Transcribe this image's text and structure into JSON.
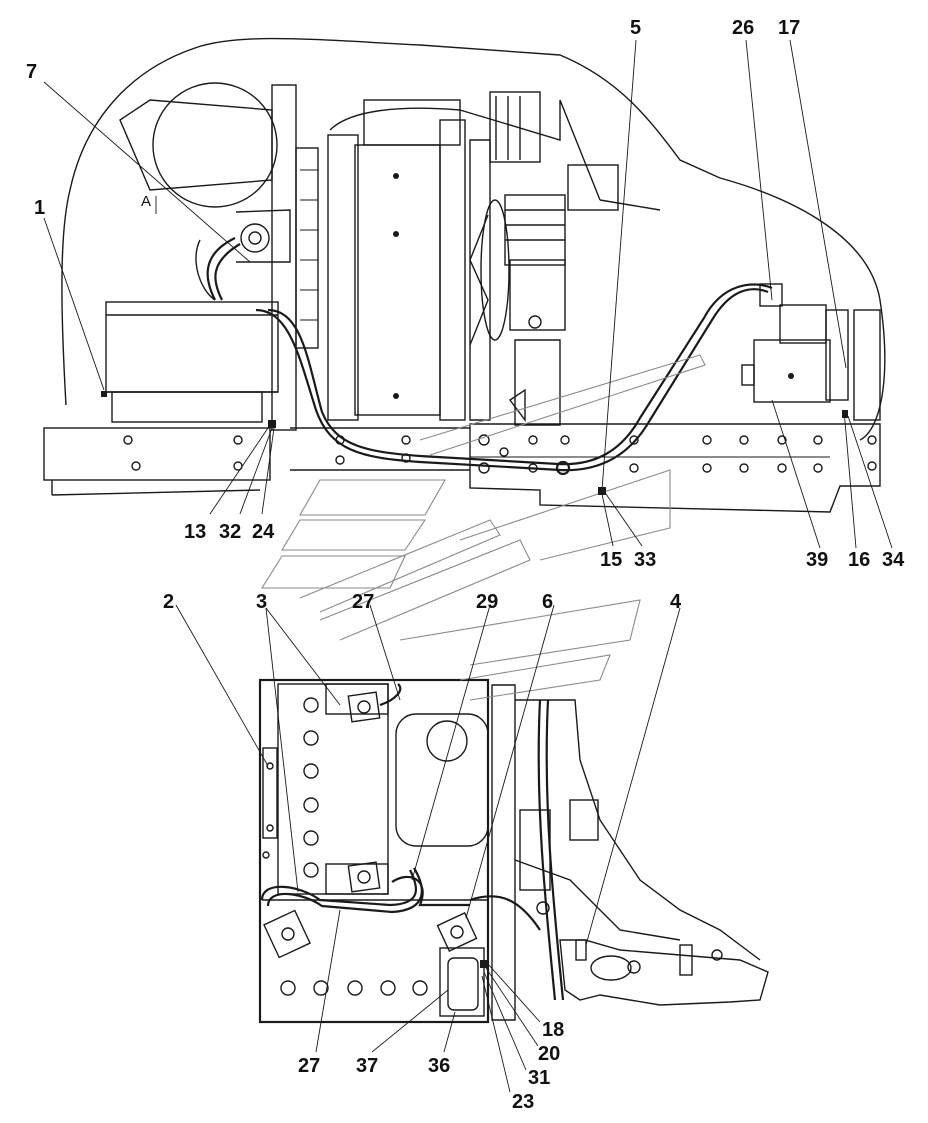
{
  "diagram": {
    "view_label": "A",
    "line_color": "#1a1a1a",
    "ghost_color": "#8a8a8a",
    "upper_callouts": [
      "1",
      "7",
      "5",
      "26",
      "17",
      "13",
      "32",
      "24",
      "15",
      "33",
      "39",
      "16",
      "34"
    ],
    "lower_callouts": [
      "2",
      "3",
      "27",
      "29",
      "6",
      "4",
      "27",
      "37",
      "36",
      "18",
      "20",
      "31",
      "23"
    ]
  }
}
